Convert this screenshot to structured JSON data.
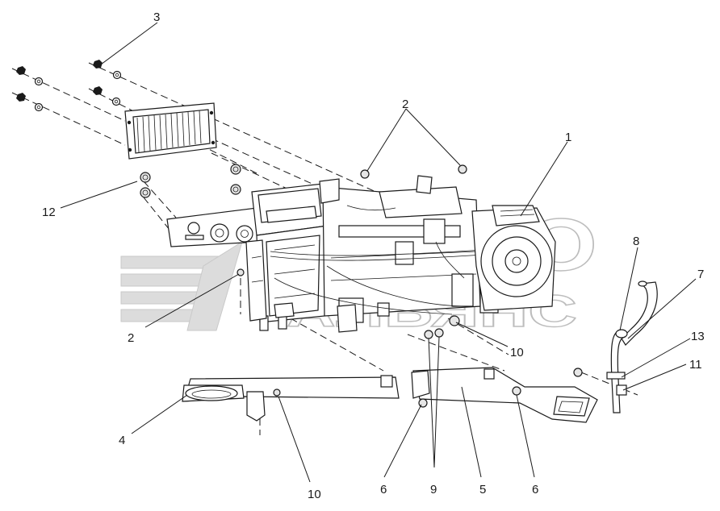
{
  "watermark": {
    "line1": "АВТО",
    "line2": "АЛЬЯНС",
    "color": "#d0d0d0"
  },
  "callouts": [
    {
      "id": "c-1",
      "text": "1"
    },
    {
      "id": "c-2-top",
      "text": "2"
    },
    {
      "id": "c-2-left",
      "text": "2"
    },
    {
      "id": "c-3",
      "text": "3"
    },
    {
      "id": "c-4",
      "text": "4"
    },
    {
      "id": "c-5",
      "text": "5"
    },
    {
      "id": "c-6-left",
      "text": "6"
    },
    {
      "id": "c-6-right",
      "text": "6"
    },
    {
      "id": "c-7",
      "text": "7"
    },
    {
      "id": "c-8",
      "text": "8"
    },
    {
      "id": "c-9",
      "text": "9"
    },
    {
      "id": "c-10-right",
      "text": "10"
    },
    {
      "id": "c-10-bottom",
      "text": "10"
    },
    {
      "id": "c-11",
      "text": "11"
    },
    {
      "id": "c-12",
      "text": "12"
    },
    {
      "id": "c-13",
      "text": "13"
    }
  ],
  "line_color": "#1a1a1a"
}
